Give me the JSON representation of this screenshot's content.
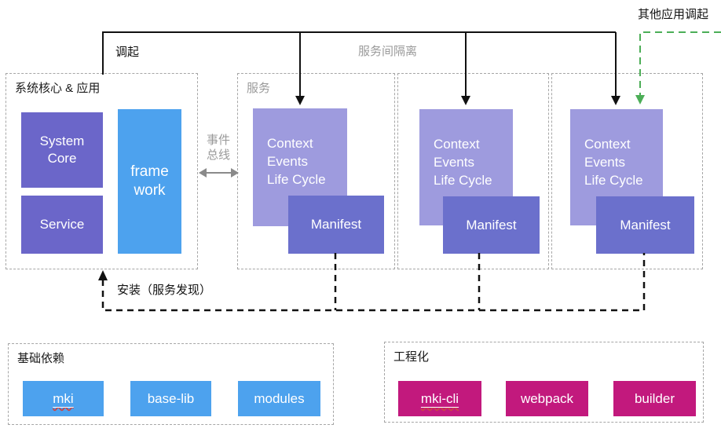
{
  "top": {
    "invoke_label": "调起",
    "isolation_label": "服务间隔离",
    "external_invoke_label": "其他应用调起"
  },
  "system_panel": {
    "title": "系统核心 & 应用",
    "core_lines": [
      "System",
      "Core"
    ],
    "service_label": "Service",
    "framework_lines": [
      "frame",
      "work"
    ]
  },
  "event_bus": {
    "lines": [
      "事件",
      "总线"
    ]
  },
  "services": {
    "title": "服务",
    "panels": [
      {
        "context_lines": [
          "Context",
          "Events",
          "Life Cycle"
        ],
        "manifest_label": "Manifest"
      },
      {
        "context_lines": [
          "Context",
          "Events",
          "Life Cycle"
        ],
        "manifest_label": "Manifest"
      },
      {
        "context_lines": [
          "Context",
          "Events",
          "Life Cycle"
        ],
        "manifest_label": "Manifest"
      }
    ]
  },
  "install_label": "安装（服务发现）",
  "foundation_panel": {
    "title": "基础依赖",
    "items": [
      "mki",
      "base-lib",
      "modules"
    ]
  },
  "engineering_panel": {
    "title": "工程化",
    "items": [
      "mki-cli",
      "webpack",
      "builder"
    ]
  },
  "colors": {
    "accent_purple": "#6b66c9",
    "accent_purple_light": "#9e9bde",
    "accent_purple_manifest": "#6b70cc",
    "accent_blue": "#4da2ee",
    "accent_magenta": "#c2197d",
    "accent_green": "#4cae57",
    "line_black": "#111111",
    "label_gray": "#999999",
    "border_gray": "#a6a6a6"
  }
}
